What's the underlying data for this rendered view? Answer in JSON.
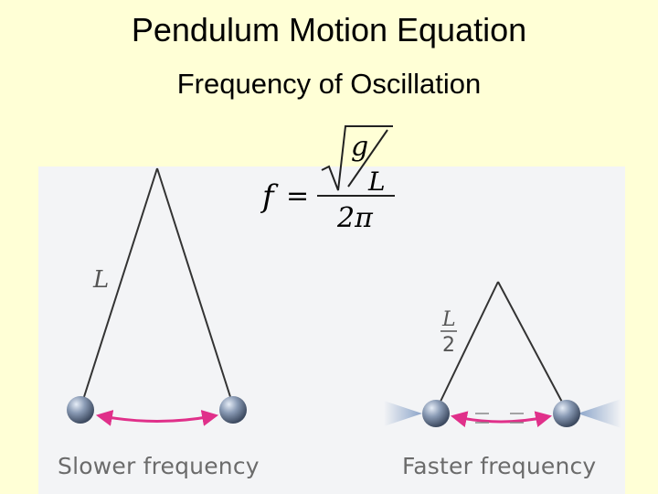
{
  "title": "Pendulum Motion Equation",
  "subtitle": "Frequency of Oscillation",
  "formula": {
    "lhs": "f",
    "equals": "=",
    "numerator_g": "g",
    "numerator_L": "L",
    "denominator": "2π"
  },
  "left_pendulum": {
    "length_label": "L",
    "caption": "Slower frequency"
  },
  "right_pendulum": {
    "length_label_num": "L",
    "length_label_den": "2",
    "caption": "Faster frequency"
  },
  "colors": {
    "background": "#ffffd6",
    "panel": "#f3f4f6",
    "arrow": "#e0308a",
    "bob": "#8a9bb5",
    "string": "#333333"
  }
}
